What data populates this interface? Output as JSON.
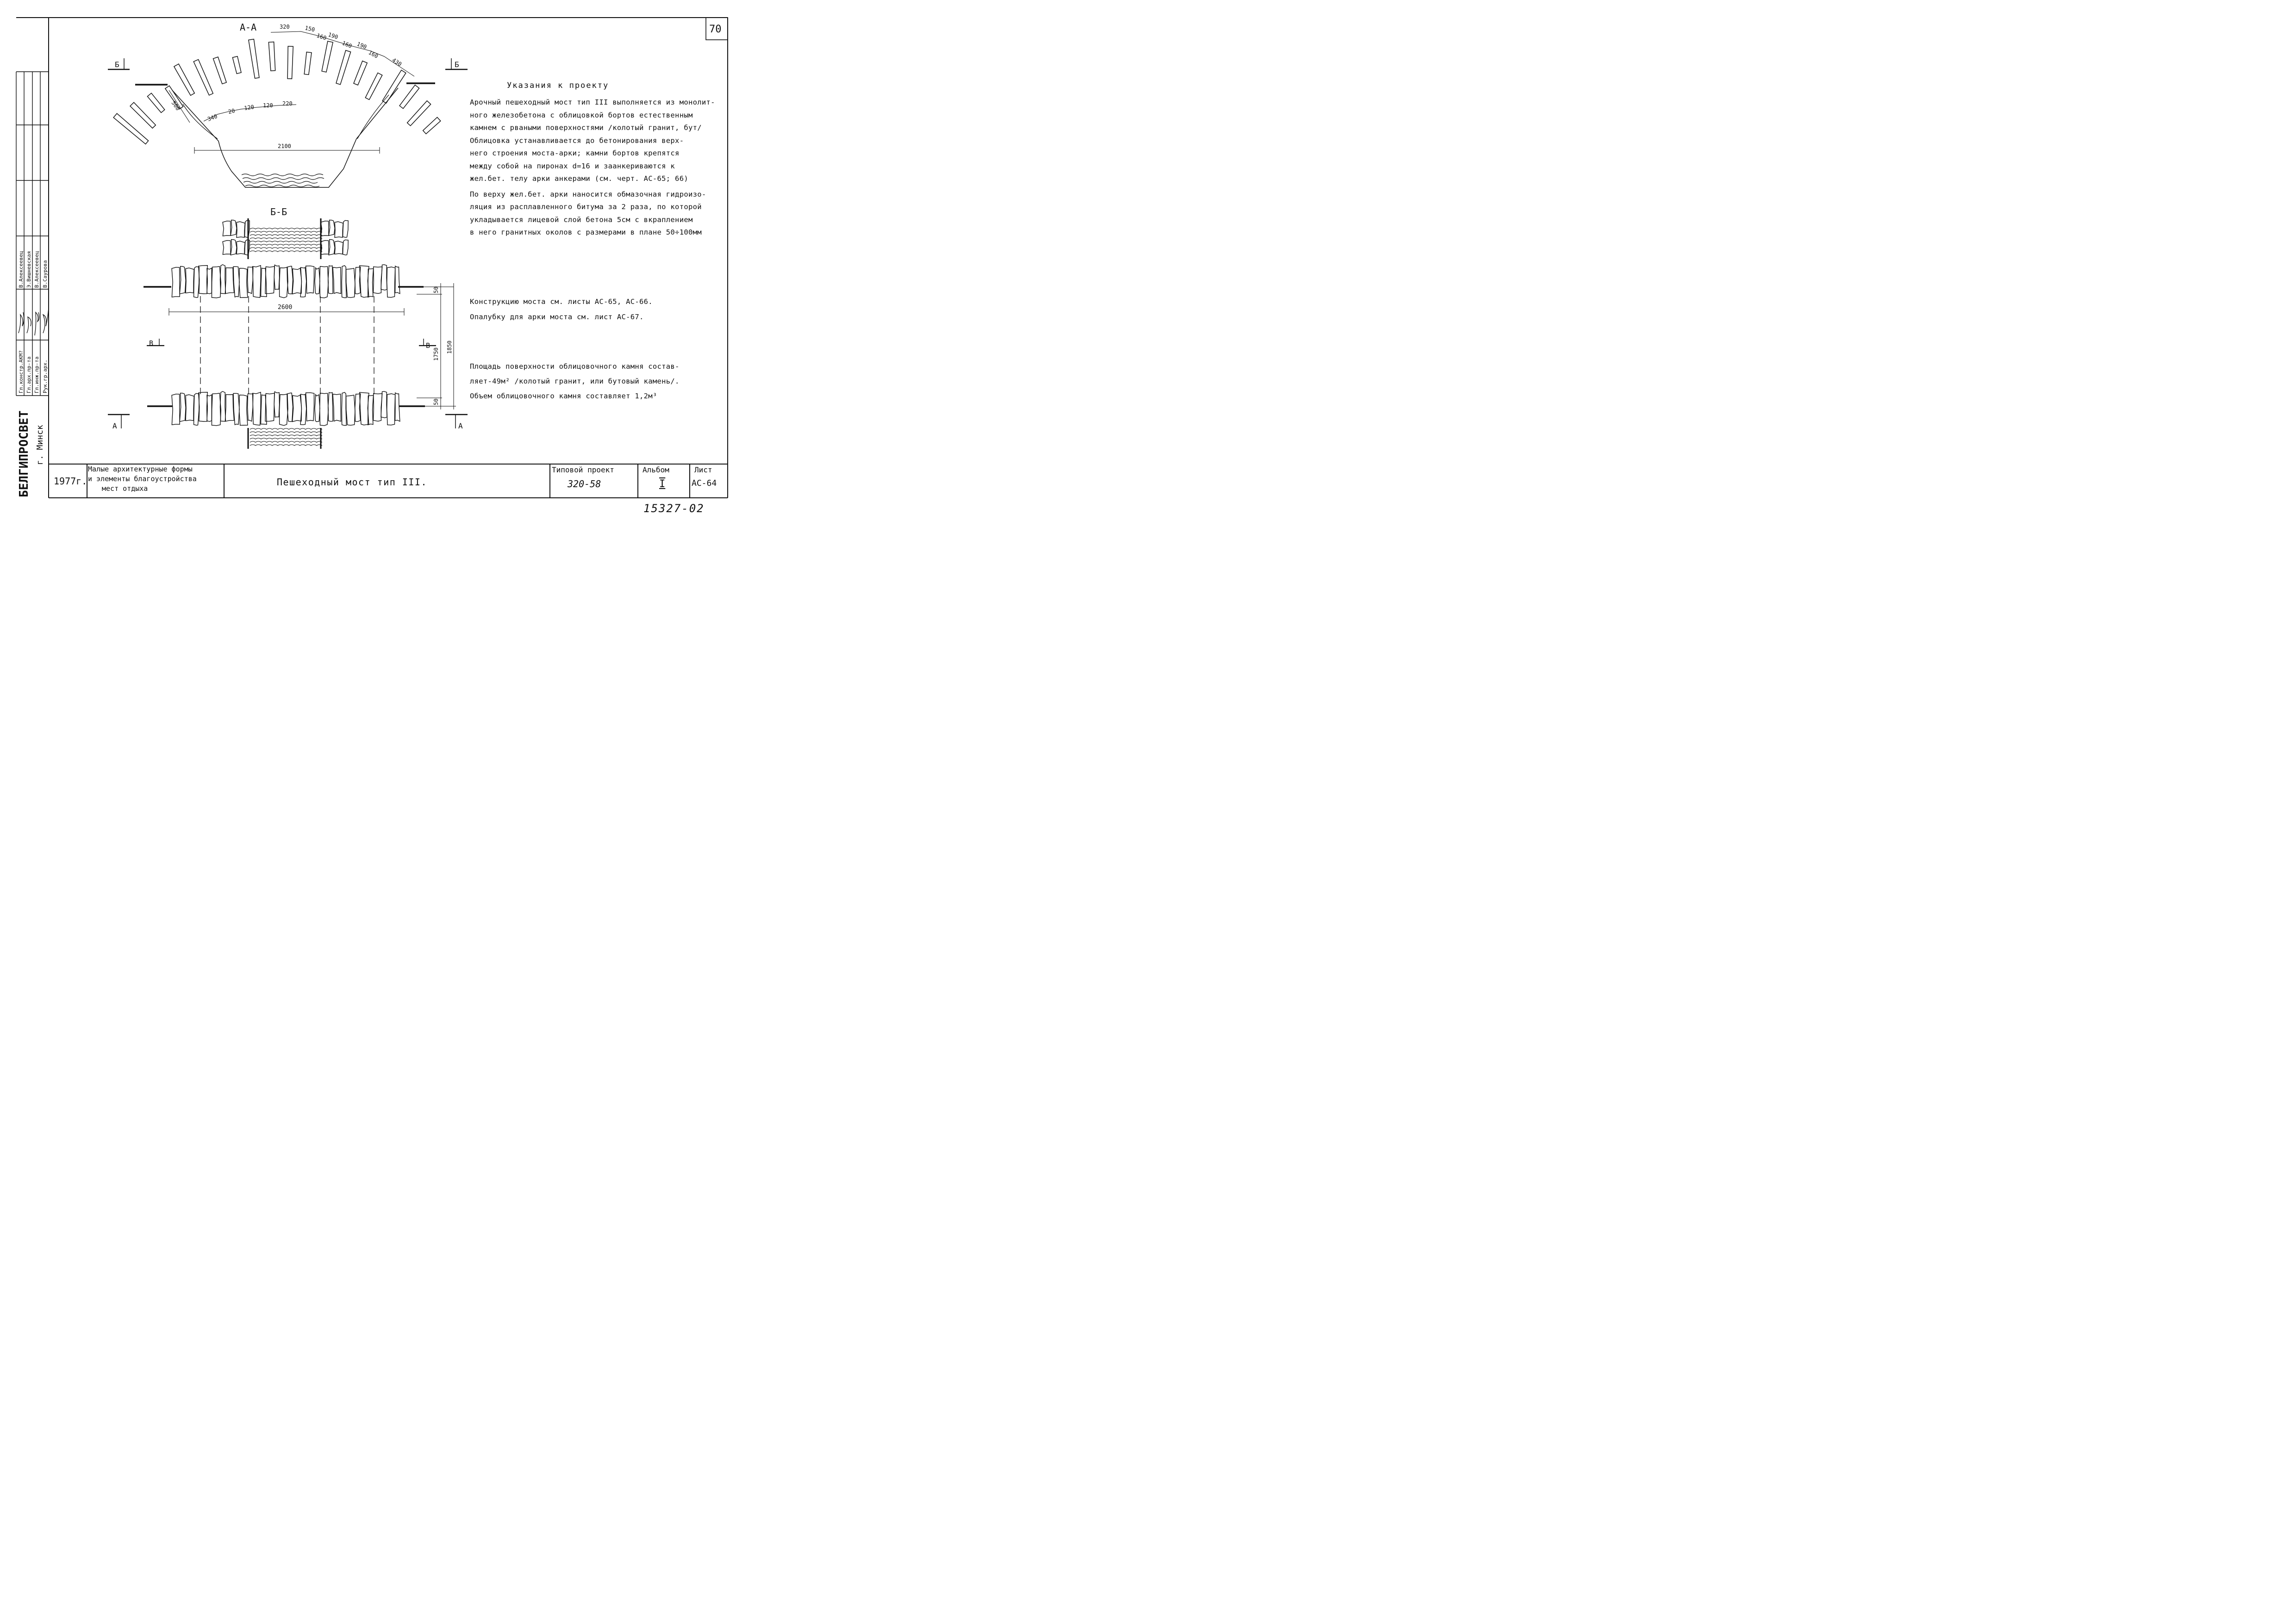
{
  "sheet": {
    "number": "70",
    "inventory": "15327-02"
  },
  "sections": {
    "aa": {
      "title": "А-А",
      "cut_left": "Б",
      "cut_right": "Б",
      "dims": {
        "top": [
          "320",
          "150",
          "160",
          "190",
          "160",
          "190",
          "160",
          "430"
        ],
        "inner": [
          "340",
          "20",
          "120",
          "120",
          "220"
        ],
        "side": "500",
        "span": "2100"
      }
    },
    "bb": {
      "title": "Б-Б",
      "cut_left": "В",
      "cut_right": "В",
      "cut_a_left": "А",
      "cut_a_right": "А",
      "dims": {
        "length": "2600",
        "d1": "50",
        "d2": "1750",
        "d3": "1850",
        "d4": "50"
      }
    }
  },
  "notes": {
    "heading": "Указания к проекту",
    "p1": [
      "Арочный пешеходный мост тип III выполняется из монолит-",
      "ного железобетона с облицовкой бортов естественным",
      "камнем с рваными поверхностями /колотый гранит, бут/",
      "Облицовка устанавливается до бетонирования верх-",
      "него строения моста-арки; камни бортов крепятся",
      "между собой на пиронах d=16 и заанкериваются к",
      "жел.бет. телу арки анкерами (см. черт. АС-65; 66)"
    ],
    "p2": [
      "По верху жел.бет. арки наносится обмазочная гидроизо-",
      "ляция из расплавленного битума за 2 раза, по которой",
      "укладывается лицевой слой бетона 5см с вкраплением",
      "в него гранитных околов с размерами в плане 50÷100мм"
    ],
    "p3": [
      "Конструкцию моста см. листы АС-65, АС-66.",
      "Опалубку для арки моста см. лист АС-67."
    ],
    "p4": [
      "Площадь поверхности облицовочного камня состав-",
      "ляет-49м² /колотый гранит, или бутовый камень/.",
      "Объем облицовочного камня составляет 1,2м³"
    ]
  },
  "side_stamp": {
    "org": "БЕЛГИПРОСВЕТ",
    "city": "г. Минск",
    "roles": [
      "Гл.констр.АКМ?",
      "Гл.арх.пр-та",
      "Гл.инж.пр-та",
      "Рук.гр.арх."
    ],
    "names": [
      "В.Алексеевец",
      "Э.Вишневская",
      "В.Алексеевец",
      "В.Саурова"
    ]
  },
  "title_block": {
    "year": "1977г.",
    "series": [
      "Малые архитектурные формы",
      "и элементы благоустройства",
      "мест отдыха"
    ],
    "title": "Пешеходный мост тип III.",
    "project_label": "Типовой проект",
    "project_no": "320-58",
    "album_label": "Альбом",
    "album_no": "I",
    "sheet_label": "Лист",
    "sheet_no": "АС-64"
  }
}
